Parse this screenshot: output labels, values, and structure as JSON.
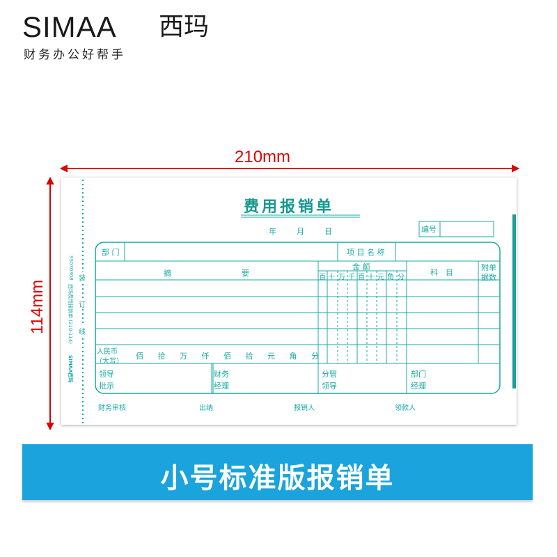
{
  "brand": {
    "name": "SIMAA",
    "name_cn": "西玛",
    "slogan": "财务办公好帮手"
  },
  "dimensions": {
    "width": "210mm",
    "height": "114mm"
  },
  "form": {
    "title": "费用报销单",
    "date": {
      "year": "年",
      "month": "月",
      "day": "日"
    },
    "number_label": "编号",
    "dept_label": "部 门",
    "project_label": "项 目 名 称",
    "summary_label": "摘",
    "summary_label2": "要",
    "amount_label": "金 额",
    "amount_units": [
      "百",
      "十",
      "万",
      "千",
      "百",
      "十",
      "元",
      "角",
      "分"
    ],
    "subject_label": "科　目",
    "attach_label": "附单",
    "attach_label2": "据数",
    "rmb_label": "人民币",
    "rmb_label2": "（大写）",
    "rmb_units": [
      "佰",
      "拾",
      "万",
      "仟",
      "佰",
      "拾",
      "元",
      "角",
      "分"
    ],
    "approvals": [
      [
        "领导",
        "批示"
      ],
      [
        "财务",
        "经理"
      ],
      [
        "分管",
        "领导"
      ],
      [
        "部门",
        "经理"
      ]
    ],
    "signers": [
      "财务审核",
      "出纳",
      "报销人",
      "领款人"
    ],
    "binding": [
      "装",
      "订",
      "线"
    ],
    "side_code": "SS030308",
    "side_name": "西玛费用报销单 (210-114)",
    "side_brand": "SIMAA西玛"
  },
  "banner": {
    "text": "小号标准版报销单"
  },
  "colors": {
    "accent": "#1aa9a5",
    "banner": "#1aa3dc",
    "dimension": "#dd0000"
  }
}
